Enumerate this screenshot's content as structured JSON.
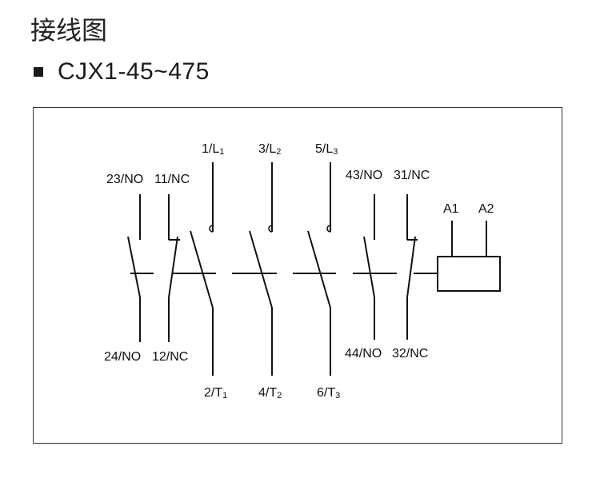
{
  "page": {
    "heading": "接线图",
    "model": "CJX1-45~475"
  },
  "diagram": {
    "aux_left_top_1": "23/NO",
    "aux_left_top_2": "11/NC",
    "aux_left_bottom_1": "24/NO",
    "aux_left_bottom_2": "12/NC",
    "main_top": [
      {
        "num": "1/L",
        "sub": "1"
      },
      {
        "num": "3/L",
        "sub": "2"
      },
      {
        "num": "5/L",
        "sub": "3"
      }
    ],
    "main_bottom": [
      {
        "num": "2/T",
        "sub": "1"
      },
      {
        "num": "4/T",
        "sub": "2"
      },
      {
        "num": "6/T",
        "sub": "3"
      }
    ],
    "aux_right_top_1": "43/NO",
    "aux_right_top_2": "31/NC",
    "aux_right_bottom_1": "44/NO",
    "aux_right_bottom_2": "32/NC",
    "coil_a1": "A1",
    "coil_a2": "A2"
  }
}
